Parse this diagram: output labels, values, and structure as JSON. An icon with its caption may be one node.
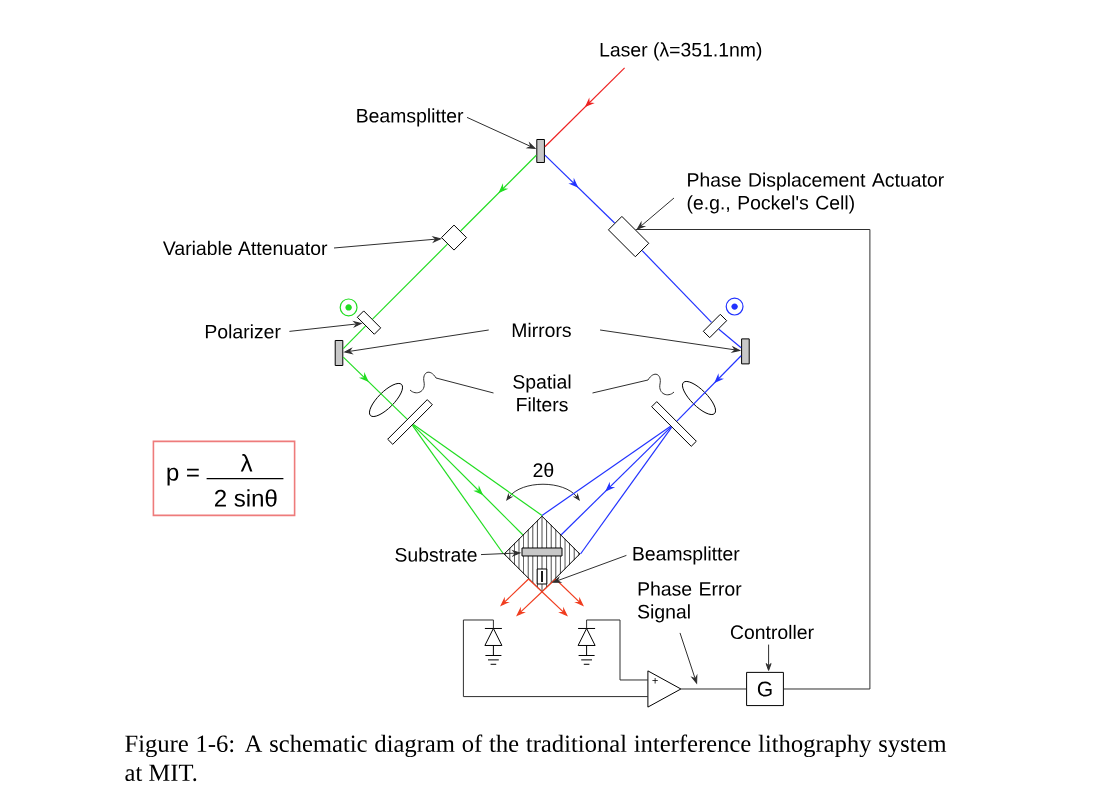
{
  "diagram": {
    "caption": "Figure 1-6: A schematic diagram of the traditional interference lithography system at MIT.",
    "nodes": [
      {
        "text": [
          "Laser (λ=351.1nm)"
        ]
      },
      {
        "text": [
          "Beamsplitter"
        ]
      },
      {
        "text": [],
        "shape": "bar"
      },
      {
        "text": [
          "Variable Attenuator"
        ]
      },
      {
        "text": [],
        "shape": "diamond"
      },
      {
        "text": [
          "Phase Displacement Actuator (e.g., Pockel's Cell)"
        ]
      },
      {
        "text": [],
        "shape": "box"
      },
      {
        "text": [
          "Polarizer"
        ]
      },
      {
        "text": [],
        "shape": "box"
      },
      {
        "text": [],
        "shape": "box"
      },
      {
        "text": [
          "Mirrors"
        ]
      },
      {
        "text": [],
        "shape": "bar"
      },
      {
        "text": [],
        "shape": "bar"
      },
      {
        "text": [
          "Spatial Filters"
        ]
      },
      {
        "text": [],
        "shape": "picture"
      },
      {
        "text": [],
        "shape": "picture"
      },
      {
        "text": [
          "Substrate"
        ]
      },
      {
        "text": [],
        "shape": "diamond"
      },
      {
        "text": [],
        "shape": "bar",
        "in": 17
      },
      {
        "text": [
          "Beamsplitter"
        ]
      },
      {
        "text": [],
        "shape": "diode"
      },
      {
        "text": [],
        "shape": "diode"
      },
      {
        "text": [
          "+"
        ]
      },
      {
        "text": [
          "Phase Error Signal"
        ]
      },
      {
        "text": [
          "Controller"
        ]
      },
      {
        "text": [
          "G"
        ]
      },
      {
        "text": [
          "p =",
          "λ",
          "2 sinθ"
        ]
      }
    ],
    "edges": [
      {
        "from": 0,
        "to": 2,
        "arrow": "to",
        "color": "#ee2222"
      },
      {
        "from": 2,
        "to": 4,
        "arrow": "to",
        "color": "#22dd22"
      },
      {
        "from": 4,
        "to": 8,
        "arrow": "none",
        "color": "#22dd22"
      },
      {
        "from": 8,
        "to": 11,
        "arrow": "none",
        "color": "#22dd22"
      },
      {
        "from": 11,
        "to": 14,
        "arrow": "to",
        "color": "#22dd22"
      },
      {
        "from": 14,
        "to": 17,
        "arrow": "none",
        "color": "#22dd22"
      },
      {
        "from": 14,
        "to": 17,
        "arrow": "to",
        "color": "#22dd22"
      },
      {
        "from": 14,
        "to": 17,
        "arrow": "none",
        "color": "#22dd22"
      },
      {
        "from": 2,
        "to": 6,
        "arrow": "to",
        "color": "#2233ff"
      },
      {
        "from": 6,
        "to": 9,
        "arrow": "none",
        "color": "#2233ff"
      },
      {
        "from": 9,
        "to": 12,
        "arrow": "none",
        "color": "#2233ff"
      },
      {
        "from": 12,
        "to": 15,
        "arrow": "to",
        "color": "#2233ff"
      },
      {
        "from": 15,
        "to": 17,
        "arrow": "none",
        "color": "#2233ff"
      },
      {
        "from": 15,
        "to": 17,
        "arrow": "to",
        "color": "#2233ff"
      },
      {
        "from": 15,
        "to": 17,
        "arrow": "none",
        "color": "#2233ff"
      },
      {
        "from": 17,
        "to": 20,
        "arrow": "to",
        "color": "#f03c1e"
      },
      {
        "from": 17,
        "to": 20,
        "arrow": "to",
        "color": "#f03c1e"
      },
      {
        "from": 17,
        "to": 21,
        "arrow": "to",
        "color": "#f03c1e"
      },
      {
        "from": 17,
        "to": 21,
        "arrow": "to",
        "color": "#f03c1e"
      },
      {
        "from": 1,
        "to": 2,
        "arrow": "to"
      },
      {
        "from": 3,
        "to": 4,
        "arrow": "to"
      },
      {
        "from": 5,
        "to": 6,
        "arrow": "to"
      },
      {
        "from": 7,
        "to": 8,
        "arrow": "to"
      },
      {
        "from": 10,
        "to": 11,
        "arrow": "to"
      },
      {
        "from": 10,
        "to": 12,
        "arrow": "to"
      },
      {
        "from": 13,
        "to": 14,
        "arrow": "none"
      },
      {
        "from": 13,
        "to": 15,
        "arrow": "none"
      },
      {
        "from": 16,
        "to": 18,
        "arrow": "to"
      },
      {
        "from": 19,
        "to": 17,
        "arrow": "to"
      },
      {
        "from": 23,
        "to": 22,
        "arrow": "to"
      },
      {
        "from": 24,
        "to": 25,
        "arrow": "to"
      },
      {
        "from": 20,
        "to": 22,
        "arrow": "none"
      },
      {
        "from": 21,
        "to": 22,
        "arrow": "none"
      },
      {
        "from": 22,
        "to": 25,
        "arrow": "none"
      },
      {
        "from": 25,
        "to": 6,
        "arrow": "none"
      }
    ],
    "labels": [
      "2θ"
    ]
  }
}
